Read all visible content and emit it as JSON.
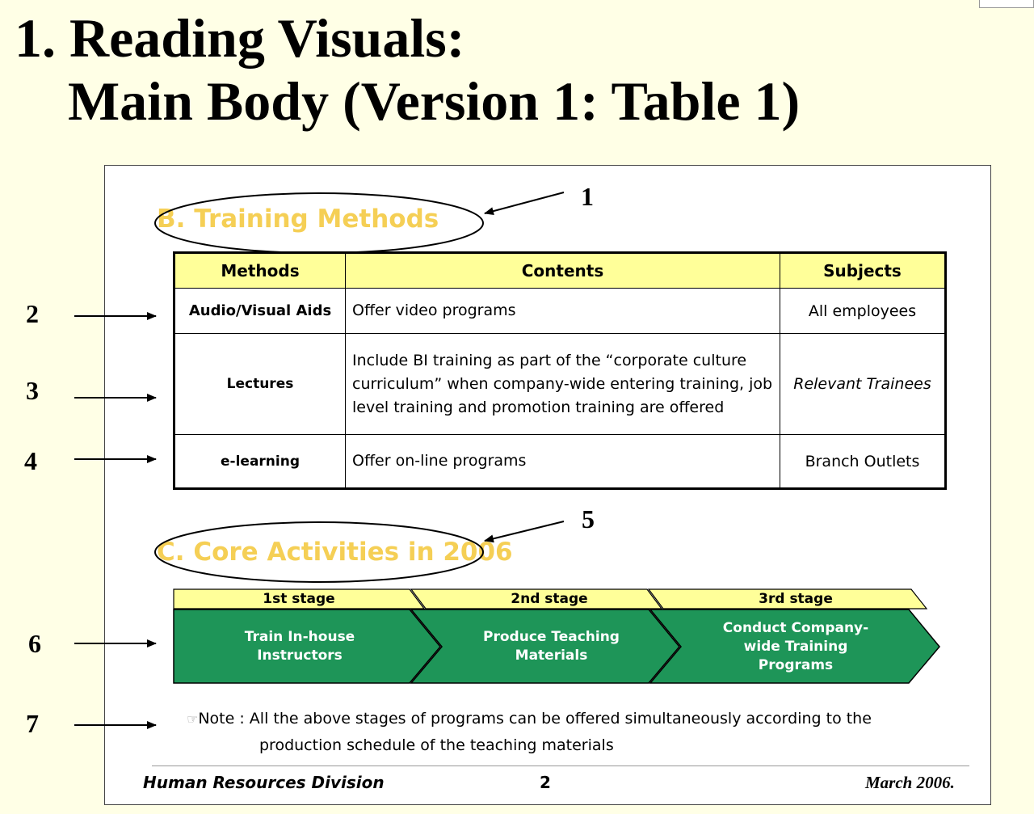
{
  "title": {
    "line1": "1. Reading Visuals:",
    "line2": "Main Body (Version 1: Table 1)"
  },
  "section_b": {
    "heading": "B. Training Methods"
  },
  "section_c": {
    "heading": "C. Core Activities in 2006"
  },
  "callouts": [
    "1",
    "2",
    "3",
    "4",
    "5",
    "6",
    "7"
  ],
  "table": {
    "headers": [
      "Methods",
      "Contents",
      "Subjects"
    ],
    "rows": [
      {
        "method": "Audio/Visual Aids",
        "contents": "Offer video programs",
        "subject": "All employees"
      },
      {
        "method": "Lectures",
        "contents": "Include BI training as part of the “corporate culture curriculum” when company-wide entering training, job level training and promotion training are offered",
        "subject": "Relevant Trainees"
      },
      {
        "method": "e-learning",
        "contents": "Offer on-line programs",
        "subject": "Branch Outlets"
      }
    ]
  },
  "stages": [
    {
      "label": "1st  stage",
      "body": "Train In-house Instructors"
    },
    {
      "label": "2nd  stage",
      "body": "Produce Teaching Materials"
    },
    {
      "label": "3rd  stage",
      "body": "Conduct Company-wide Training Programs"
    }
  ],
  "colors": {
    "stage_green": "#1e9558",
    "header_yellow": "#ffff99",
    "heading_gold": "#f5cf55"
  },
  "note": {
    "icon": "pointing-hand-icon",
    "line1": "Note : All the above stages of programs can be offered simultaneously according to the",
    "line2": "production schedule of the teaching materials"
  },
  "footer": {
    "division": "Human Resources Division",
    "page": "2",
    "date": "March 2006."
  }
}
